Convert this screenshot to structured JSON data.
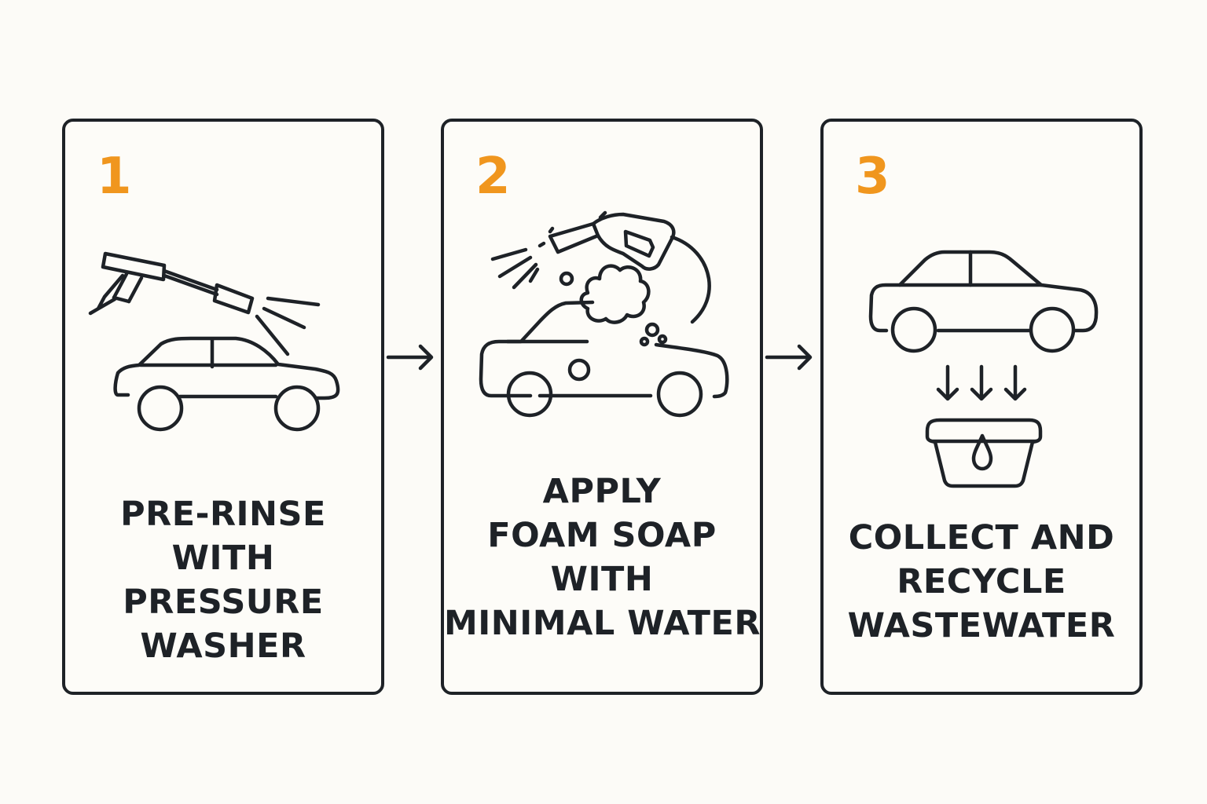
{
  "colors": {
    "background": "#fcfbf7",
    "line": "#1e2227",
    "accent": "#f0961e"
  },
  "steps": [
    {
      "number": "1",
      "caption_lines": [
        "PRE-RINSE",
        "WITH",
        "PRESSURE",
        "WASHER"
      ],
      "icons": [
        "pressure-washer-icon",
        "car-icon",
        "spray-icon"
      ]
    },
    {
      "number": "2",
      "caption_lines": [
        "APPLY",
        "FOAM SOAP",
        "WITH",
        "MINIMAL WATER"
      ],
      "icons": [
        "foam-nozzle-icon",
        "car-icon",
        "foam-bubbles-icon"
      ]
    },
    {
      "number": "3",
      "caption_lines": [
        "COLLECT AND",
        "RECYCLE",
        "WASTEWATER"
      ],
      "icons": [
        "car-icon",
        "down-arrows-icon",
        "collection-basin-icon",
        "water-drop-icon"
      ]
    }
  ]
}
